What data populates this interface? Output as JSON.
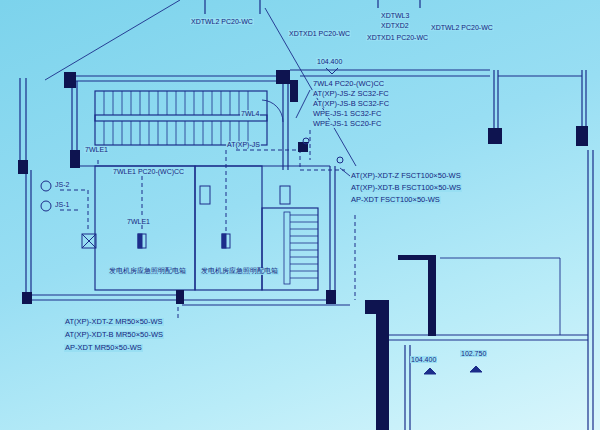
{
  "diagram": {
    "labels": [
      "XDTWL2 PC20-WC",
      "XDTXD1 PC20-WC",
      "XDTWL3",
      "XDTXD2",
      "XDTXD1 PC20-WC",
      "XDTWL2 PC20-WC",
      "104.400",
      "7WL4 PC20-(WC)CC",
      "AT(XP)-JS-Z SC32-FC",
      "AT(XP)-JS-B SC32-FC",
      "WPE-JS-1 SC32-FC",
      "WPE-JS-1 SC20-FC",
      "7WL4",
      "AT(XP)-JS",
      "7WLE1",
      "7WLE1 PC20-(WC)CC",
      "JS-2",
      "JS-1",
      "7WLE1",
      "AT(XP)-XDT-Z FSCT100×50-WS",
      "AT(XP)-XDT-B FSCT100×50-WS",
      "AP-XDT FSCT100×50-WS",
      "发电机房应急照明配电箱",
      "发电机房应急照明配电箱",
      "AT(XP)-XDT-Z MR50×50-WS",
      "AT(XP)-XDT-B MR50×50-WS",
      "AP-XDT MR50×50-WS",
      "104.400",
      "102.750"
    ]
  }
}
